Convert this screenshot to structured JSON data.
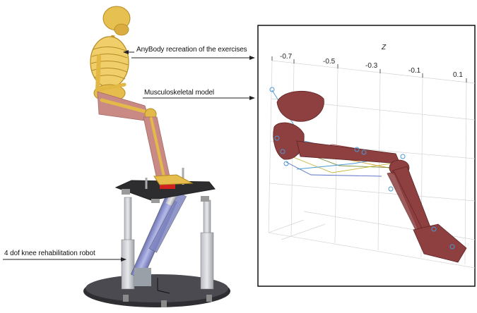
{
  "labels": {
    "recreation": "AnyBody recreation of the exercises",
    "model": "Musculoskeletal model",
    "robot": "4 dof knee rehabilitation robot"
  },
  "plot": {
    "axis_name": "Z",
    "ticks": [
      "-0.7",
      "-0.5",
      "-0.3",
      "-0.1",
      "0.1"
    ]
  },
  "colors": {
    "bone": "#e3b94a",
    "muscle": "#c98a86",
    "plot_bone": "#8e3f3f",
    "plate": "#3d3d3d",
    "actuator": "#8d93c8",
    "marker": "#4a9ad6"
  }
}
